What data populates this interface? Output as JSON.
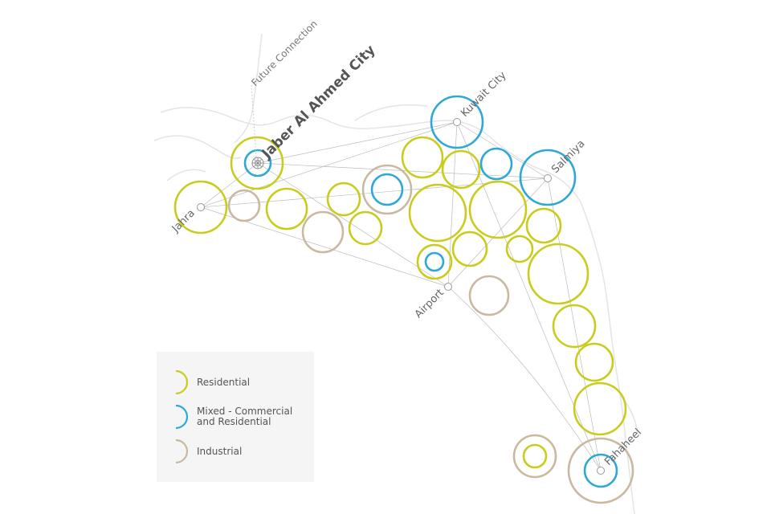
{
  "colors": {
    "residential": "#c9cc1c",
    "mixed": "#2ea8d6",
    "industrial": "#c8b9a0",
    "network_line": "#bcbcbc",
    "coastline": "#e4e4e4",
    "label": "#666666"
  },
  "cities": {
    "jaber": "Jaber Al Ahmed City",
    "kuwait_city": "Kuwait City",
    "salmiya": "Salmiya",
    "jahra": "Jahra",
    "airport": "Airport",
    "fahaheel": "Fahaheel"
  },
  "annotations": {
    "future_connection": "Future Connection"
  },
  "legend": {
    "items": [
      {
        "type": "residential",
        "label": "Residential"
      },
      {
        "type": "mixed",
        "label": "Mixed - Commercial\nand Residential"
      },
      {
        "type": "industrial",
        "label": "Industrial"
      }
    ]
  }
}
